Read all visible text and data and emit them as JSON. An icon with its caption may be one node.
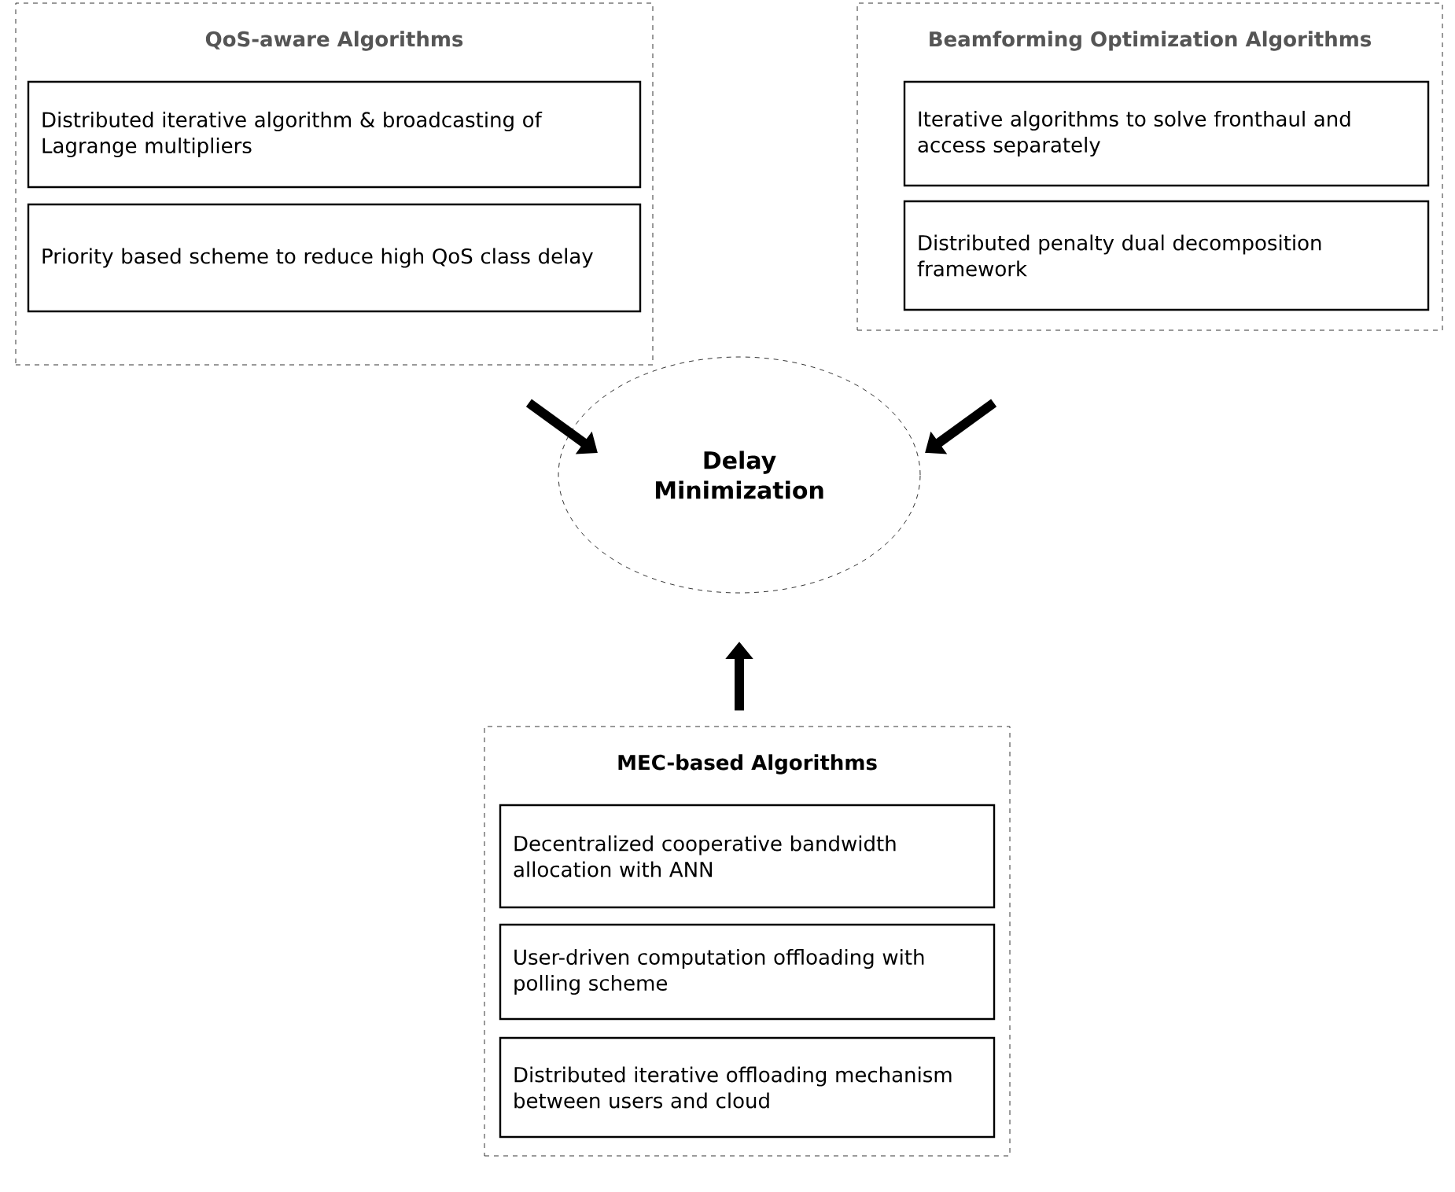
{
  "diagram": {
    "nodes": [
      {
        "text": [
          "QoS-aware Algorithms"
        ]
      },
      {
        "text": [
          "Distributed iterative algorithm & broadcasting of Lagrange multipliers"
        ],
        "in": 0
      },
      {
        "text": [
          "Priority based scheme to reduce high QoS class delay"
        ],
        "in": 0
      },
      {
        "text": [
          "Beamforming Optimization Algorithms"
        ]
      },
      {
        "text": [
          "Iterative algorithms to solve fronthaul and access separately"
        ],
        "in": 3
      },
      {
        "text": [
          "Distributed penalty dual decomposition framework"
        ],
        "in": 3
      },
      {
        "text": [
          "Delay Minimization"
        ]
      },
      {
        "text": [
          "MEC-based Algorithms"
        ]
      },
      {
        "text": [
          "Decentralized cooperative bandwidth allocation with ANN"
        ],
        "in": 7
      },
      {
        "text": [
          "User-driven computation offloading with polling scheme"
        ],
        "in": 7
      },
      {
        "text": [
          "Distributed iterative offloading mechanism between users and cloud"
        ],
        "in": 7
      }
    ],
    "edges": [
      {
        "from": 0,
        "to": 6,
        "arrow": "to"
      },
      {
        "from": 3,
        "to": 6,
        "arrow": "to"
      },
      {
        "from": 7,
        "to": 6,
        "arrow": "to"
      }
    ]
  }
}
